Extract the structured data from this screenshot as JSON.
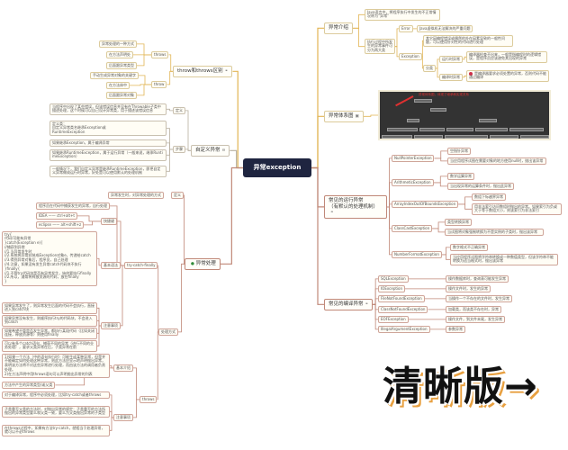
{
  "center": "异常exception",
  "colors": {
    "center": "#1f2540",
    "branch_gold": "#e2b554",
    "branch_red": "#c08878",
    "branch_gray": "#b8b0a0"
  },
  "intro": {
    "title": "异常介绍",
    "definition": "Java语言中，将程序执行中发生的不正常情况称为“异常”",
    "two_types": "执行过程中所发生的异常事件可分为两大类",
    "error": "Error",
    "error_desc": "Java虚拟机无法解决的严重问题",
    "exception": "Exception",
    "exception_desc": "其它因编程错误或偶然的外在因素导致的一般性问题，可以使用针对性的代码进行处理",
    "category": "分类",
    "runtime": "运行时异常",
    "runtime_desc": "编译器检查不出来，一般是指编程时的逻辑错误，是程序员应该避免其出现的异常",
    "compile": "编译时异常",
    "compile_desc": "是编译器要求必须处置的异常，否则代码不能通过编译"
  },
  "hierarchy": {
    "title": "异常体系图",
    "note": "异常体系图，体现了继承和实现关系"
  },
  "runtime_exceptions": {
    "title": "常见的运行异常\n（有默认的处理机制）",
    "items": [
      {
        "name": "NullPointerException",
        "short": "空指针异常",
        "desc": "当应用程序试图在需要对象的地方使用null时，抛出该异常"
      },
      {
        "name": "ArithmeticException",
        "short": "数学运算异常",
        "desc": "当出现异常的运算条件时，抛出此异常"
      },
      {
        "name": "ArrayIndexOutOfBoundsException",
        "short": "数组下标越界异常",
        "desc": "用非法索引访问数组时抛出的异常。如果索引为负或大于等于数组大小，则该索引为非法索引"
      },
      {
        "name": "ClassCastException",
        "short": "类型转换异常",
        "desc": "当试图将对象强制转换为不是实例的子类时，抛出该异常"
      },
      {
        "name": "NumberFormatException",
        "short": "数字格式不正确异常",
        "desc": "当应用程序试图将字符串转换成一种数值类型，但该字符串不能转换为适当格式时，抛出该异常"
      }
    ]
  },
  "compile_exceptions": {
    "title": "常见的编译异常",
    "items": [
      {
        "name": "SQLException",
        "desc": "操作数据库时，查询表可能发生异常"
      },
      {
        "name": "IOException",
        "desc": "操作文件时，发生的异常"
      },
      {
        "name": "FileNotFoundException",
        "desc": "当操作一个不存在的文件时，发生异常"
      },
      {
        "name": "ClassNotFoundException",
        "desc": "加载类，而该类不存在时，异常"
      },
      {
        "name": "EOFException",
        "desc": "操作文件，到文件末尾，发生异常"
      },
      {
        "name": "IllegalArgumentException",
        "desc": "参数异常"
      }
    ]
  },
  "throw_vs_throws": {
    "title": "throw和throws区别",
    "throws": {
      "label": "throws",
      "items": [
        "异常处理的一种方式",
        "在方法声明处",
        "后面跟异常类型"
      ]
    },
    "throw": {
      "label": "throw",
      "items": [
        "手动生成异常对象的关键字",
        "在方法体中",
        "后面跟异常对象"
      ]
    }
  },
  "custom_exception": {
    "title": "自定义异常",
    "definition_label": "定义",
    "definition": "当程序中出现了某些错误，但该错误信息并没有在Throwable子类中描述处理，这个时候可以自己设计异常类，用于描述该错误信息",
    "steps_label": "步骤",
    "steps": [
      "定义类：\n自定义异常类名继承Exception或\nRuntimeException",
      "如果继承Exception，属于编译异常",
      "如果继承RuntimeException，属于运行异常（一般来说，继承RuntimeException）",
      "一般情况下，我们自定义异常是继承RuntimeException，即把自定义异常做成运行时异常，好处是可以使用默认的处理机制"
    ]
  },
  "handling": {
    "title": "异常处理",
    "definition_label": "定义",
    "definition": "异常发生时，对异常处理的方式",
    "methods_label": "处理方式",
    "try_catch": {
      "label": "try-catch-finally",
      "intro": "程序员在代码中捕获发生的异常，自行处理",
      "shortcut_label": "快捷键",
      "shortcuts": [
        "IDEA —— ctrl+alt+t",
        "eclipse —— alt+shift+z"
      ],
      "syntax_label": "基本语法",
      "syntax": "try{\n代码/可能有异常\n}catch(Exception e){\n//捕获到异常\n//1.当异常发生时\n//2.系统将异常封装成Exception对象e，传递给catch\n//3.得到异常对象后，程序员，自己处理\n//4.注意，如果没有发生异常catch代码块不执行\n}finally{\n//1.不管try代码块是否有异常发生，始终要执行finally\n//2.所以，通常将释放资源的代码，放在finally\n}",
      "notes_label": "注意事项",
      "notes": [
        "如果异常发生了，则异常发生后面的代码不会执行，直接进入到catch块",
        "如果异常没有发生，则顺序执行try的代码块，不会进入到catch",
        "如果希望不管是否发生异常，都执行某段代码（比如关闭连接，释放资源等）则使用finally",
        "可以有多个catch语句，捕获不同的异常（进行不同的业务处理），要求父类异常在后，子类异常在前"
      ]
    },
    "throws": {
      "label": "throws",
      "intro_label": "基本介绍",
      "intro": "1)如果一个方法（中的语句执行时）可能生成某种异常，但是并不能确定如何处理这种异常，则此方法应显示地声明抛出异常，表明该方法将不对这些异常进行处理，而由该方法的调用者负责处理。\n2)在方法声明中用throws语句可以声明抛出异常的列表",
      "type_note": "方法中产生的异常类型/或父类",
      "notes_label": "注意事项",
      "notes": [
        "对于编译异常，程序中必须处理，比如try-catch或者throws",
        "子类重写父类的方法时，对抛出异常的规定：子类重写的方法所抛出的异常类型要么和父类一致，要么为父类抛出异常的子类型",
        "在throws过程中，如果有方法try-catch，就相当于处理异常，就可以不必throws"
      ]
    }
  },
  "watermark": "清晰版→"
}
